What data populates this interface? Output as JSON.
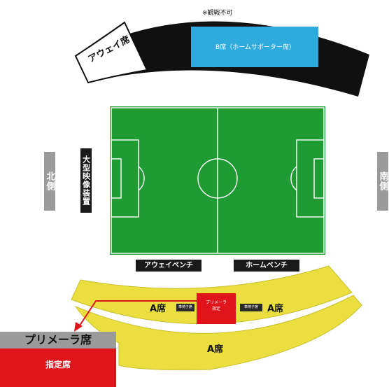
{
  "note": "※観戦不可",
  "stands": {
    "b_seat": "B席（ホームサポーター席）",
    "away_seat": "アウェイ席",
    "a_seat_left": "A席",
    "a_seat_right": "A席",
    "a_seat_lower": "A席",
    "primera_center": "プリメーラ\n指定",
    "wheelchair_left": "車椅子席",
    "wheelchair_right": "車椅子席"
  },
  "sides": {
    "north": "北側",
    "south": "南側"
  },
  "screen": "大型映像装置",
  "benches": {
    "away": "アウェイベンチ",
    "home": "ホームベンチ"
  },
  "legend": {
    "header": "プリメーラ席",
    "body": "指定席"
  },
  "colors": {
    "pitch": "#1e9b33",
    "stand_yellow": "#eadf3f",
    "b_seat": "#2eaadc",
    "primera_red": "#e0141b",
    "legend_gray": "#9b9b9b"
  }
}
